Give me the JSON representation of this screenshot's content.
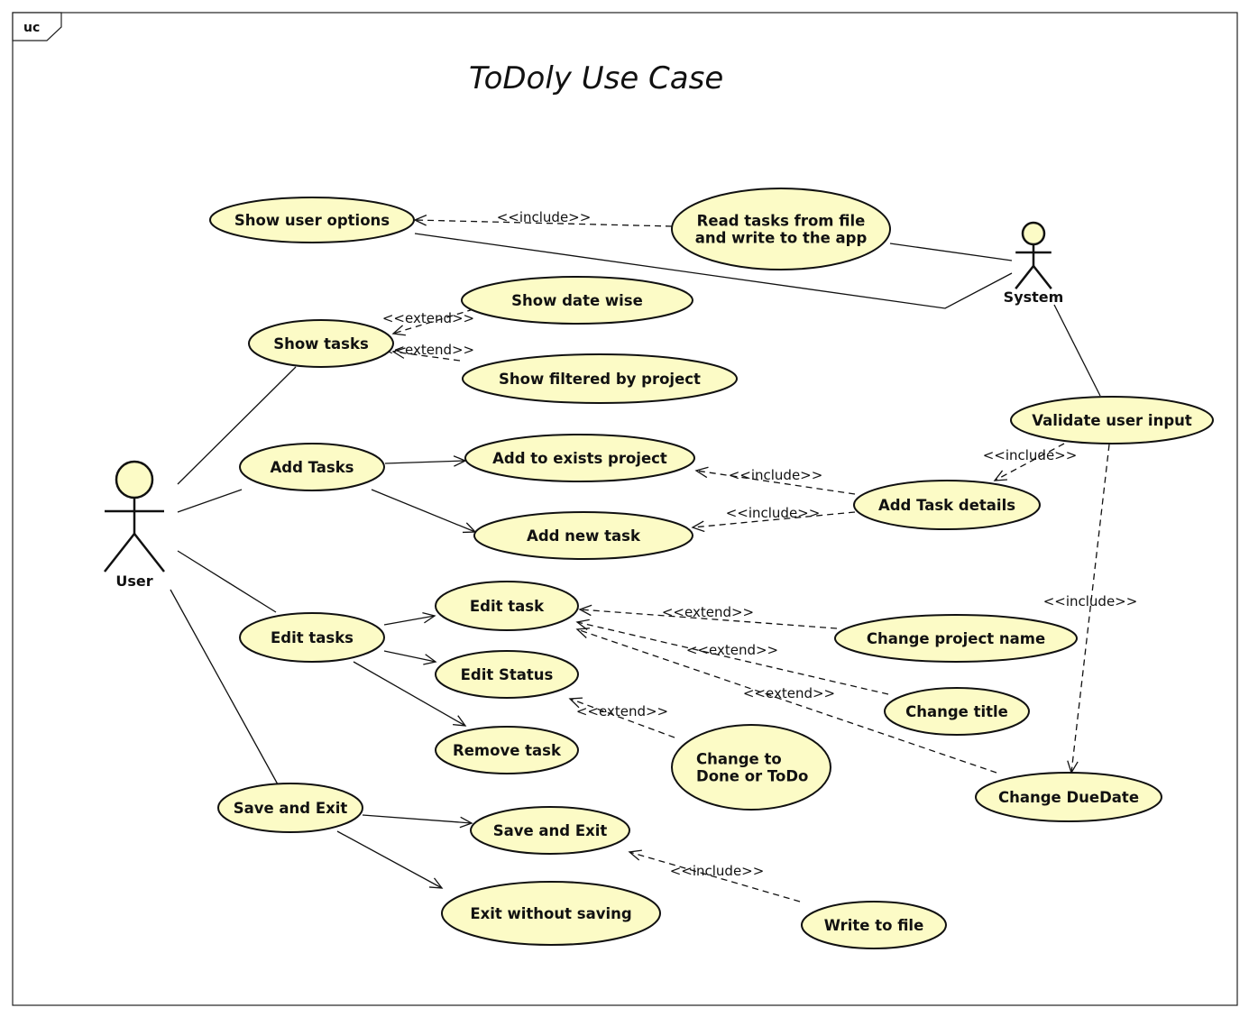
{
  "frame": {
    "tag": "uc",
    "title": "ToDoly Use Case"
  },
  "actors": [
    {
      "id": "user",
      "label": "User"
    },
    {
      "id": "system",
      "label": "System"
    }
  ],
  "use_cases": [
    {
      "id": "show-user-options",
      "lines": [
        "Show user options"
      ]
    },
    {
      "id": "read-tasks",
      "lines": [
        "Read tasks from file",
        "and write to the app"
      ]
    },
    {
      "id": "show-date-wise",
      "lines": [
        "Show  date wise"
      ]
    },
    {
      "id": "show-tasks",
      "lines": [
        "Show tasks"
      ]
    },
    {
      "id": "show-filtered",
      "lines": [
        "Show filtered by project"
      ]
    },
    {
      "id": "validate-input",
      "lines": [
        "Validate user input"
      ]
    },
    {
      "id": "add-tasks",
      "lines": [
        "Add Tasks"
      ]
    },
    {
      "id": "add-to-exists",
      "lines": [
        "Add to exists project"
      ]
    },
    {
      "id": "add-task-details",
      "lines": [
        "Add Task details"
      ]
    },
    {
      "id": "add-new-task",
      "lines": [
        "Add new task"
      ]
    },
    {
      "id": "edit-task",
      "lines": [
        "Edit task"
      ]
    },
    {
      "id": "edit-tasks",
      "lines": [
        "Edit tasks"
      ]
    },
    {
      "id": "change-project-name",
      "lines": [
        "Change project name"
      ]
    },
    {
      "id": "edit-status",
      "lines": [
        "Edit Status"
      ]
    },
    {
      "id": "change-title",
      "lines": [
        "Change title"
      ]
    },
    {
      "id": "remove-task",
      "lines": [
        "Remove task"
      ]
    },
    {
      "id": "change-done-todo",
      "lines": [
        "Change to",
        "Done or  ToDo"
      ]
    },
    {
      "id": "change-duedate",
      "lines": [
        "Change DueDate"
      ]
    },
    {
      "id": "save-exit-main",
      "lines": [
        "Save and Exit"
      ]
    },
    {
      "id": "save-exit",
      "lines": [
        "Save and Exit"
      ]
    },
    {
      "id": "exit-without-saving",
      "lines": [
        "Exit without saving"
      ]
    },
    {
      "id": "write-to-file",
      "lines": [
        "Write to file"
      ]
    }
  ],
  "relationships": [
    {
      "kind": "include",
      "label": "<<include>>",
      "from": "read-tasks",
      "to": "show-user-options"
    },
    {
      "kind": "extend",
      "label": "<<extend>>",
      "from": "show-date-wise",
      "to": "show-tasks"
    },
    {
      "kind": "extend",
      "label": "<<extend>>",
      "from": "show-filtered",
      "to": "show-tasks"
    },
    {
      "kind": "include",
      "label": "<<include>>",
      "from": "add-task-details",
      "to": "add-to-exists"
    },
    {
      "kind": "include",
      "label": "<<include>>",
      "from": "add-task-details",
      "to": "add-new-task"
    },
    {
      "kind": "include",
      "label": "<<include>>",
      "from": "validate-input",
      "to": "add-task-details"
    },
    {
      "kind": "include",
      "label": "<<include>>",
      "from": "validate-input",
      "to": "change-duedate"
    },
    {
      "kind": "extend",
      "label": "<<extend>>",
      "from": "change-project-name",
      "to": "edit-task"
    },
    {
      "kind": "extend",
      "label": "<<extend>>",
      "from": "change-title",
      "to": "edit-task"
    },
    {
      "kind": "extend",
      "label": "<<extend>>",
      "from": "change-duedate",
      "to": "edit-task"
    },
    {
      "kind": "extend",
      "label": "<<extend>>",
      "from": "change-done-todo",
      "to": "edit-status"
    },
    {
      "kind": "include",
      "label": "<<include>>",
      "from": "write-to-file",
      "to": "save-exit"
    },
    {
      "kind": "association",
      "from": "user",
      "to": "show-tasks"
    },
    {
      "kind": "association",
      "from": "user",
      "to": "add-tasks"
    },
    {
      "kind": "association",
      "from": "user",
      "to": "edit-tasks"
    },
    {
      "kind": "association",
      "from": "user",
      "to": "save-exit-main"
    },
    {
      "kind": "association",
      "from": "system",
      "to": "read-tasks"
    },
    {
      "kind": "association",
      "from": "system",
      "to": "show-user-options"
    },
    {
      "kind": "association",
      "from": "system",
      "to": "validate-input"
    },
    {
      "kind": "directed",
      "from": "add-tasks",
      "to": "add-to-exists"
    },
    {
      "kind": "directed",
      "from": "add-tasks",
      "to": "add-new-task"
    },
    {
      "kind": "directed",
      "from": "edit-tasks",
      "to": "edit-task"
    },
    {
      "kind": "directed",
      "from": "edit-tasks",
      "to": "edit-status"
    },
    {
      "kind": "directed",
      "from": "edit-tasks",
      "to": "remove-task"
    },
    {
      "kind": "directed",
      "from": "save-exit-main",
      "to": "save-exit"
    },
    {
      "kind": "directed",
      "from": "save-exit-main",
      "to": "exit-without-saving"
    }
  ]
}
